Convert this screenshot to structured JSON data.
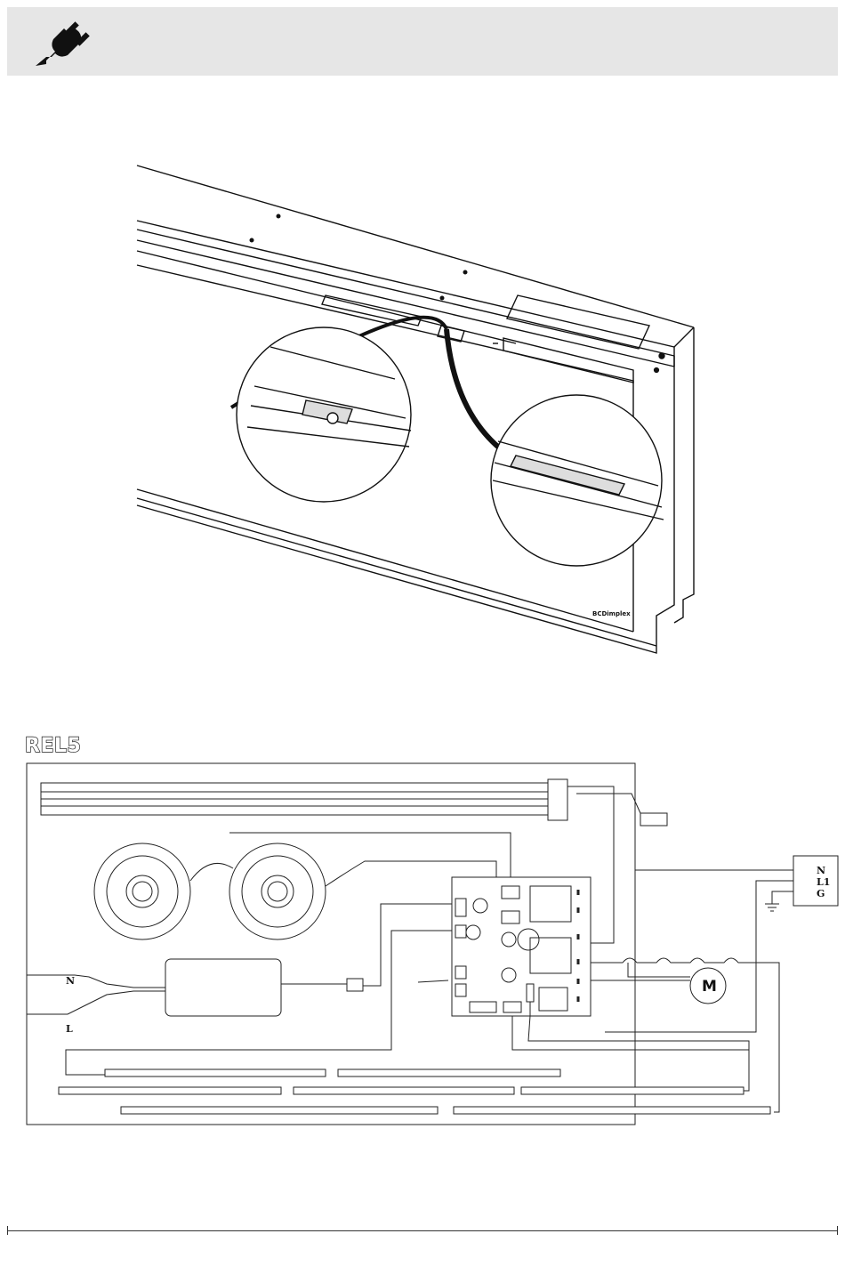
{
  "model": {
    "label": "REL5"
  },
  "illustration": {
    "brand_mark": "BCDimplex"
  },
  "wiring": {
    "terminal_labels": [
      "N",
      "L1",
      "G"
    ],
    "lead_labels": {
      "neutral": "N",
      "live": "L"
    },
    "motor_label": "M"
  },
  "icons": {
    "header": "power-plug-icon",
    "ground": "ground-icon"
  }
}
